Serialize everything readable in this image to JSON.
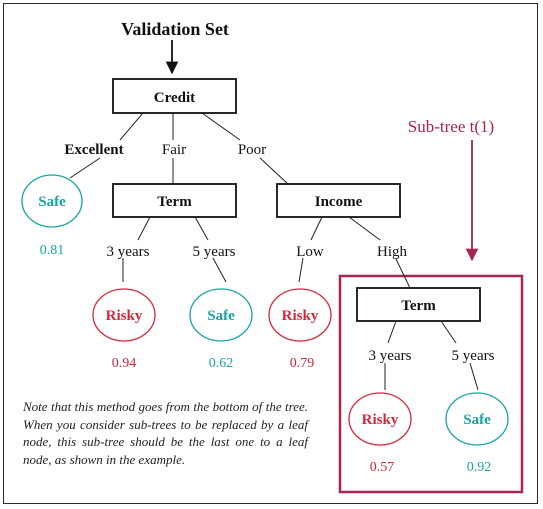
{
  "title": "Validation Set",
  "subtree_label": "Sub-tree t(1)",
  "nodes": {
    "credit": "Credit",
    "term_left": "Term",
    "income": "Income",
    "term_right": "Term"
  },
  "edges": {
    "excellent": "Excellent",
    "fair": "Fair",
    "poor": "Poor",
    "years3_left": "3 years",
    "years5_left": "5 years",
    "low": "Low",
    "high": "High",
    "years3_right": "3 years",
    "years5_right": "5 years"
  },
  "leaves": [
    {
      "label": "Safe",
      "value": "0.81"
    },
    {
      "label": "Risky",
      "value": "0.94"
    },
    {
      "label": "Safe",
      "value": "0.62"
    },
    {
      "label": "Risky",
      "value": "0.79"
    },
    {
      "label": "Risky",
      "value": "0.57"
    },
    {
      "label": "Safe",
      "value": "0.92"
    }
  ],
  "note": "Note that this method goes from the bottom of the tree. When you consider sub-trees to be replaced by a leaf node, this sub-tree should be the last one to a leaf node, as shown in the example.",
  "colors": {
    "safe": "#1aa3a3",
    "risky": "#d4283c",
    "subtree": "#a8264e",
    "line": "#222222"
  }
}
